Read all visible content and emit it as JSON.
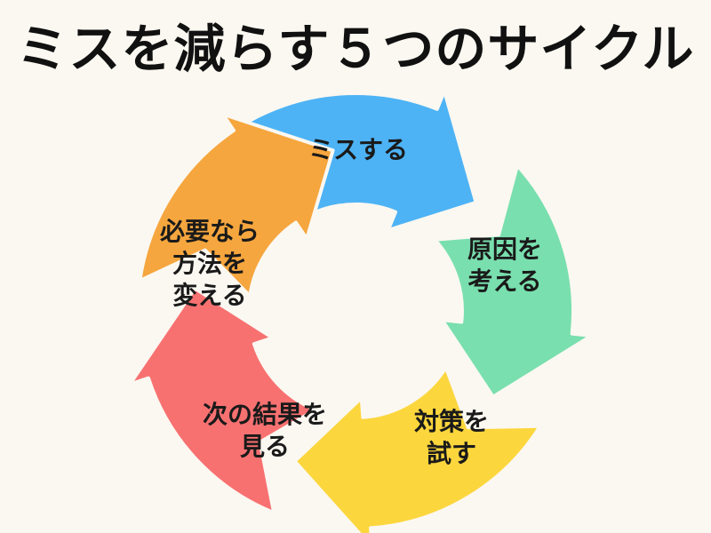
{
  "title": "ミスを減らす５つのサイクル",
  "cycle": {
    "steps": [
      {
        "lines": [
          "ミスする"
        ],
        "color": "#4db3f5"
      },
      {
        "lines": [
          "原因を",
          "考える"
        ],
        "color": "#79dfae"
      },
      {
        "lines": [
          "対策を",
          "試す"
        ],
        "color": "#fcd63d"
      },
      {
        "lines": [
          "次の結果を",
          "見る"
        ],
        "color": "#f87171"
      },
      {
        "lines": [
          "必要なら",
          "方法を",
          "変える"
        ],
        "color": "#f6a63e"
      }
    ]
  }
}
